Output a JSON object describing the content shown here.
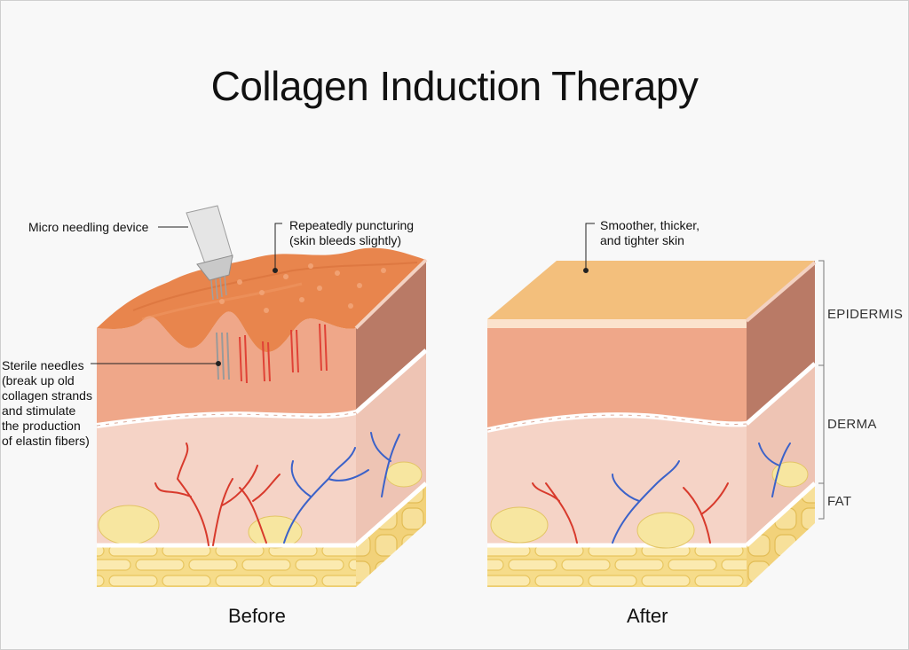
{
  "title": "Collagen Induction Therapy",
  "captions": {
    "before": "Before",
    "after": "After"
  },
  "labels": {
    "device": "Micro needling device",
    "puncturing": "Repeatedly puncturing\n(skin bleeds slightly)",
    "needles": "Sterile needles\n(break up old\ncollagen strands\nand stimulate\nthe production\nof elastin fibers)",
    "smoother": "Smoother, thicker,\nand tighter skin"
  },
  "layers": {
    "epidermis": "EPIDERMIS",
    "derma": "DERMA",
    "fat": "FAT"
  },
  "colors": {
    "skin_top": "#e8854d",
    "epidermis_front": "#efa789",
    "epidermis_side": "#b97a66",
    "derma_front": "#f5d3c6",
    "derma_side": "#eec4b4",
    "fat": "#f6dc8a",
    "fat_blob": "#f7e6a0",
    "after_top": "#f3bf7c",
    "artery": "#d83a2c",
    "vein": "#3b62c9",
    "needle_blood": "#e04236"
  }
}
